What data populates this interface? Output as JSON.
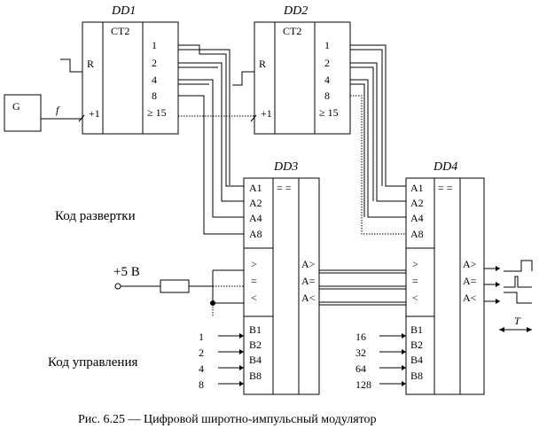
{
  "dd1": {
    "title": "DD1",
    "type": "CT2",
    "r": "R",
    "clk": "+1",
    "outs": [
      "1",
      "2",
      "4",
      "8",
      "≥ 15"
    ]
  },
  "dd2": {
    "title": "DD2",
    "type": "CT2",
    "r": "R",
    "clk": "+1",
    "outs": [
      "1",
      "2",
      "4",
      "8",
      "≥ 15"
    ]
  },
  "gen": {
    "label": "G",
    "freq": "f"
  },
  "dd3": {
    "title": "DD3",
    "func": "= =",
    "a_ins": [
      "A1",
      "A2",
      "A4",
      "A8"
    ],
    "cmp_ins": [
      ">",
      "=",
      "<"
    ],
    "b_ins": [
      "B1",
      "B2",
      "B4",
      "B8"
    ],
    "outs": [
      "A>",
      "A=",
      "A<"
    ]
  },
  "dd4": {
    "title": "DD4",
    "func": "= =",
    "a_ins": [
      "A1",
      "A2",
      "A4",
      "A8"
    ],
    "cmp_ins": [
      ">",
      "=",
      "<"
    ],
    "b_ins": [
      "B1",
      "B2",
      "B4",
      "B8"
    ],
    "outs": [
      "A>",
      "A=",
      "A<"
    ]
  },
  "supply": "+5 В",
  "sweep_code": "Код  развертки",
  "control_code": "Код  управления",
  "b3_values": [
    "1",
    "2",
    "4",
    "8"
  ],
  "b4_values": [
    "16",
    "32",
    "64",
    "128"
  ],
  "period": "T",
  "caption": "Рис. 6.25 — Цифровой широтно-импульсный модулятор"
}
